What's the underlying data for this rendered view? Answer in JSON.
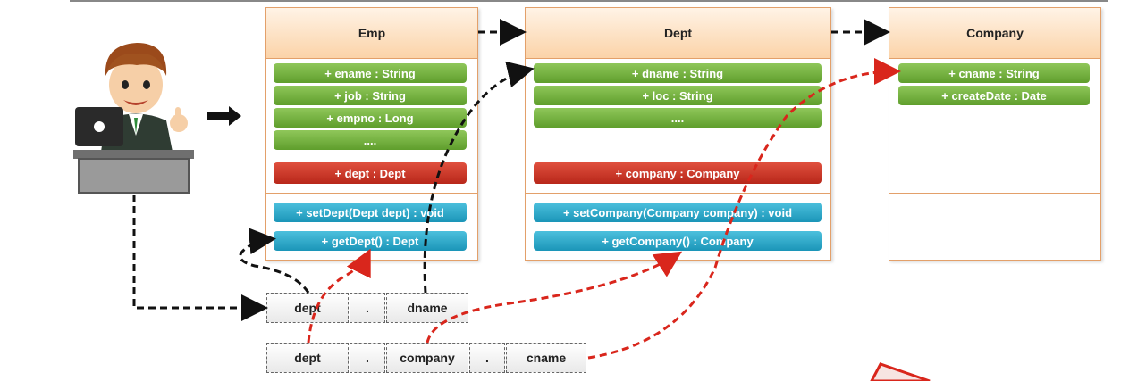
{
  "classes": {
    "emp": {
      "name": "Emp",
      "attributes": [
        "+ ename : String",
        "+ job : String",
        "+ empno : Long",
        "...."
      ],
      "relation_attr": "+ dept : Dept",
      "methods": [
        "+ setDept(Dept dept) : void",
        "+ getDept() : Dept"
      ]
    },
    "dept": {
      "name": "Dept",
      "attributes": [
        "+ dname : String",
        "+ loc : String",
        "...."
      ],
      "relation_attr": "+ company : Company",
      "methods": [
        "+ setCompany(Company company)  : void",
        "+ getCompany() : Company"
      ]
    },
    "company": {
      "name": "Company",
      "attributes": [
        "+ cname : String",
        "+ createDate : Date"
      ]
    }
  },
  "paths": {
    "row1": [
      "dept",
      ".",
      "dname"
    ],
    "row2": [
      "dept",
      ".",
      "company",
      ".",
      "cname"
    ]
  },
  "colors": {
    "attribute": "#6aa936",
    "relation": "#c8321f",
    "method": "#2aa6c8",
    "header": "#fbd3a8",
    "arrow_black": "#111111",
    "arrow_red": "#d9261c"
  },
  "icons": [
    "developer-icon",
    "right-arrow-icon"
  ]
}
